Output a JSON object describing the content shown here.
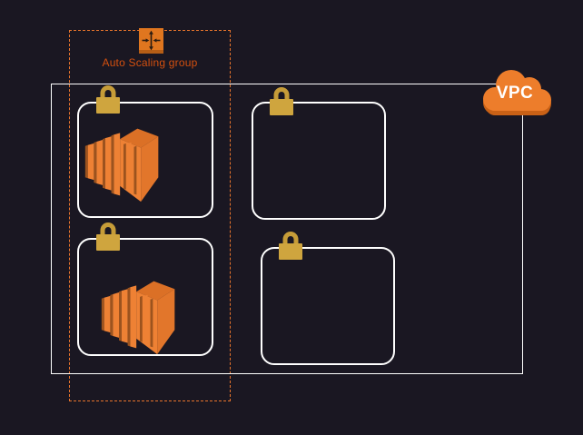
{
  "diagram": {
    "type": "aws-architecture",
    "background_color": "#1a1722",
    "auto_scaling_group": {
      "label": "Auto Scaling group",
      "label_color": "#d4500f",
      "border_color": "#e8742c",
      "icon": "auto-scaling-icon",
      "icon_color": "#e0761f"
    },
    "vpc": {
      "label": "VPC",
      "label_color": "#ffffff",
      "border_color": "#ffffff",
      "cloud_color": "#ed7d2b",
      "cloud_shadow_color": "#c96116",
      "icon": "vpc-cloud-icon"
    },
    "security_groups": [
      {
        "position": "top-left",
        "icon": "lock-icon",
        "content": "ec2-instances-icon"
      },
      {
        "position": "top-right",
        "icon": "lock-icon",
        "content": "empty"
      },
      {
        "position": "bottom-left",
        "icon": "lock-icon",
        "content": "ec2-instances-icon"
      },
      {
        "position": "bottom-right",
        "icon": "lock-icon",
        "content": "empty"
      }
    ],
    "colors": {
      "security_group_border": "#ffffff",
      "lock_gold": "#cfa53e",
      "lock_shackle_gold": "#c69c38",
      "ec2_orange_bright": "#ee8134",
      "ec2_orange_mid": "#db7026",
      "ec2_orange_dark": "#9c531e"
    }
  }
}
